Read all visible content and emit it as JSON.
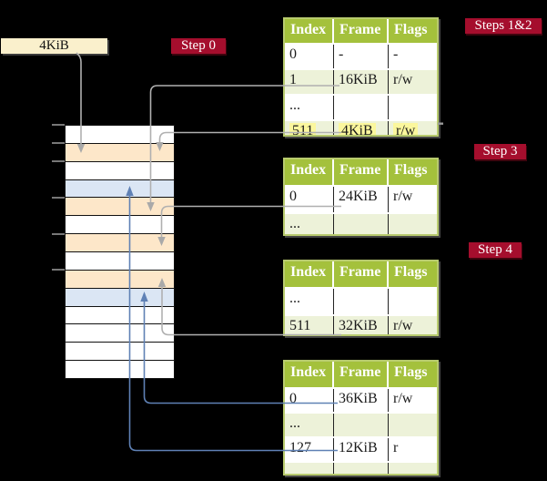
{
  "pointer_box": {
    "label": "4KiB"
  },
  "badges": {
    "step0": "Step 0",
    "steps12": "Steps 1&2",
    "step3": "Step 3",
    "step4": "Step 4"
  },
  "tables": [
    {
      "headers": [
        "Index",
        "Frame",
        "Flags"
      ],
      "rows": [
        {
          "cells": [
            "0",
            "-",
            "-"
          ],
          "shaded": false,
          "highlight": false
        },
        {
          "cells": [
            "1",
            "16KiB",
            "r/w"
          ],
          "shaded": true,
          "highlight": false
        },
        {
          "cells": [
            "...",
            "",
            ""
          ],
          "shaded": false,
          "highlight": false
        },
        {
          "cells": [
            "511",
            "4KiB",
            "r/w"
          ],
          "shaded": true,
          "highlight": true
        }
      ]
    },
    {
      "headers": [
        "Index",
        "Frame",
        "Flags"
      ],
      "rows": [
        {
          "cells": [
            "0",
            "24KiB",
            "r/w"
          ],
          "shaded": false,
          "highlight": false
        },
        {
          "cells": [
            "...",
            "",
            ""
          ],
          "shaded": true,
          "highlight": false
        }
      ]
    },
    {
      "headers": [
        "Index",
        "Frame",
        "Flags"
      ],
      "rows": [
        {
          "cells": [
            "...",
            "",
            ""
          ],
          "shaded": false,
          "highlight": false
        },
        {
          "cells": [
            "511",
            "32KiB",
            "r/w"
          ],
          "shaded": true,
          "highlight": false
        }
      ]
    },
    {
      "headers": [
        "Index",
        "Frame",
        "Flags"
      ],
      "rows": [
        {
          "cells": [
            "0",
            "36KiB",
            "r/w"
          ],
          "shaded": false,
          "highlight": false
        },
        {
          "cells": [
            "...",
            "",
            ""
          ],
          "shaded": true,
          "highlight": false
        },
        {
          "cells": [
            "127",
            "12KiB",
            "r"
          ],
          "shaded": false,
          "highlight": false
        },
        {
          "cells": [
            "...",
            "",
            ""
          ],
          "shaded": true,
          "highlight": false
        }
      ]
    }
  ],
  "memory": {
    "rows": [
      "white",
      "peach",
      "white",
      "blue",
      "peach",
      "white",
      "peach",
      "white",
      "peach",
      "blue",
      "white",
      "white",
      "white",
      "white"
    ]
  },
  "colors": {
    "background": "#000000",
    "badge_red": "#a50e2d",
    "pointer_box_cream": "#faf0cc",
    "table_header_green": "#a4c13c",
    "table_border_olive": "#b8cb6e",
    "row_shaded_green": "#edf2d9",
    "highlight_yellow": "#fbf79d",
    "memory_peach": "#fde7c9",
    "memory_blue": "#dbe6f4",
    "connector_gray": "#b0b0b0",
    "connector_blue": "#5f81b5"
  }
}
